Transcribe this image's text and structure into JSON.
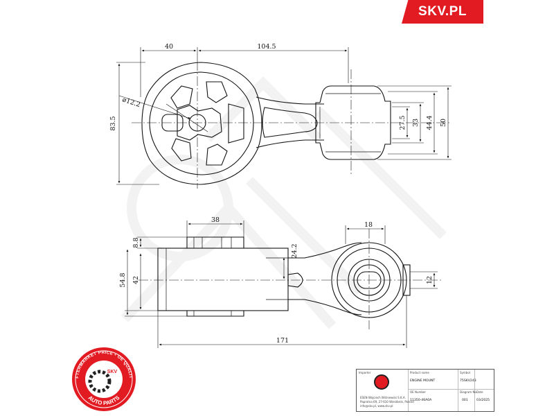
{
  "brand": {
    "logo_text": "SKV.PL",
    "color": "#e21b23"
  },
  "top_view": {
    "dimensions": {
      "width_left": "40",
      "width_right": "104.5",
      "diameter": "⌀12.2",
      "height_total": "83.5",
      "bushing_inner": "27.5",
      "bushing_mid": "33",
      "bushing_outer": "44.4",
      "bushing_total": "50"
    }
  },
  "side_view": {
    "dimensions": {
      "top_width": "38",
      "bushing_width": "18",
      "top_height": "8.8",
      "height_total": "54.8",
      "height_inner": "42",
      "arm_height": "24.2",
      "bushing_bore": "12",
      "length_total": "171"
    }
  },
  "stamp": {
    "ring_text": "AFTERMARKET PRICE • OE QUALITY",
    "bottom_text": "AUTO PARTS",
    "center_text": "SKV"
  },
  "title_block": {
    "labels": {
      "importer": "Importer",
      "product_name": "Product name",
      "symbol": "Symbol",
      "oe_number": "OE Number",
      "diagram_no": "Diagram No.",
      "date": "Date"
    },
    "company_lines": [
      "ESEN Wojciech Wiśniewski S.K.A.",
      "Paprotna 69, 27-610 Wierzbnik, Poland",
      "info@skv.pl, www.skv.pl"
    ],
    "product_name": "ENGINE MOUNT",
    "symbol": "75SKV243",
    "oe_number": "11350-46A0A",
    "diagram_no": "001",
    "date": "03/2025"
  }
}
